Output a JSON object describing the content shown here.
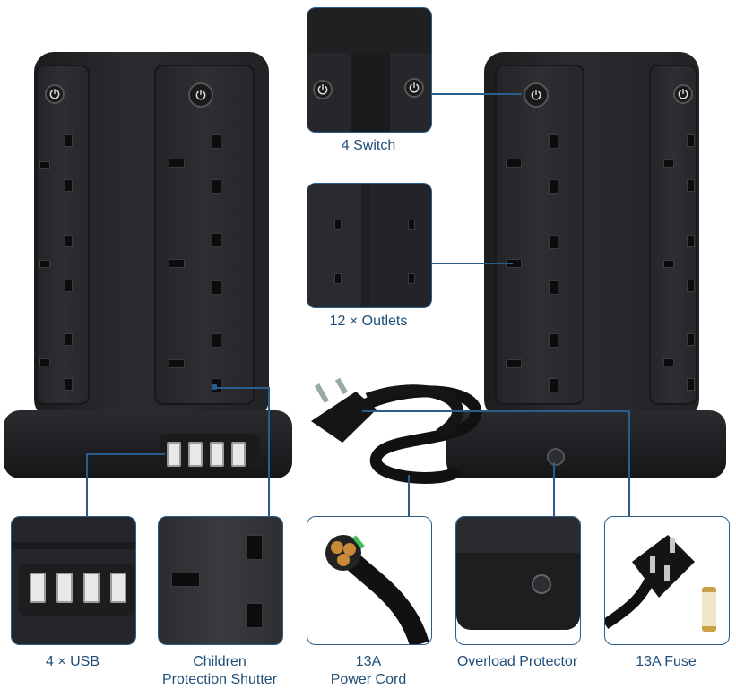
{
  "labels": {
    "switch": "4 Switch",
    "outlets": "12 × Outlets",
    "usb": "4 × USB",
    "shutter_line1": "Children",
    "shutter_line2": "Protection Shutter",
    "cord_line1": "13A",
    "cord_line2": "Power Cord",
    "overload": "Overload Protector",
    "fuse": "13A Fuse"
  },
  "colors": {
    "accent": "#2b5d8a",
    "label_text": "#1f4e79",
    "product_black": "#222326"
  },
  "icons": [
    "power-icon",
    "usb-port-icon",
    "plug-icon",
    "fuse-icon"
  ]
}
